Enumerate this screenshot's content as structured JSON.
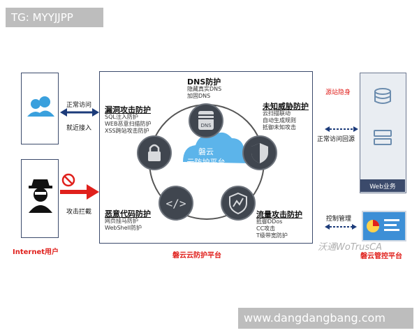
{
  "top_tag": "TG: MYYJJPP",
  "bottom_tag": "www.dangdangbang.com",
  "left": {
    "internet_user_label": "Internet用户",
    "normal_access_1": "正常访问",
    "normal_access_2": "就近接入",
    "attack_block": "攻击拦截"
  },
  "platform": {
    "footer_label": "磐云云防护平台",
    "center_label_1": "磐云",
    "center_label_2": "云防护平台",
    "dns": {
      "title": "DNS防护",
      "items": [
        "隐藏真实DNS",
        "加固DNS"
      ]
    },
    "vuln": {
      "title": "漏洞攻击防护",
      "items": [
        "SQL注入防护",
        "WEB恶意扫描防护",
        "XSS跨站攻击防护"
      ]
    },
    "unknown": {
      "title": "未知威胁防护",
      "items": [
        "云扫描联动",
        "自动生成规则",
        "抵御未知攻击"
      ]
    },
    "malware": {
      "title": "恶意代码防护",
      "items": [
        "网页挂马防护",
        "WebShell防护"
      ]
    },
    "traffic": {
      "title": "流量攻击防护",
      "items": [
        "抵御DDos",
        "CC攻击",
        "T级带宽防护"
      ]
    },
    "icons": [
      "dns-icon",
      "shield-icon",
      "warning-shield-icon",
      "code-icon",
      "lock-icon"
    ]
  },
  "right": {
    "origin_hide": "源站隐身",
    "normal_back": "正常访问回源",
    "web_business": "Web业务",
    "control_manage": "控制管理",
    "control_platform": "磐云管控平台",
    "watermark": "沃通WoTrusCA"
  },
  "colors": {
    "accent_red": "#e0201c",
    "blue_arrow": "#1c3b7a",
    "frame": "#3b4a6b",
    "cloud": "#5cb4ea",
    "node": "#40464f"
  }
}
